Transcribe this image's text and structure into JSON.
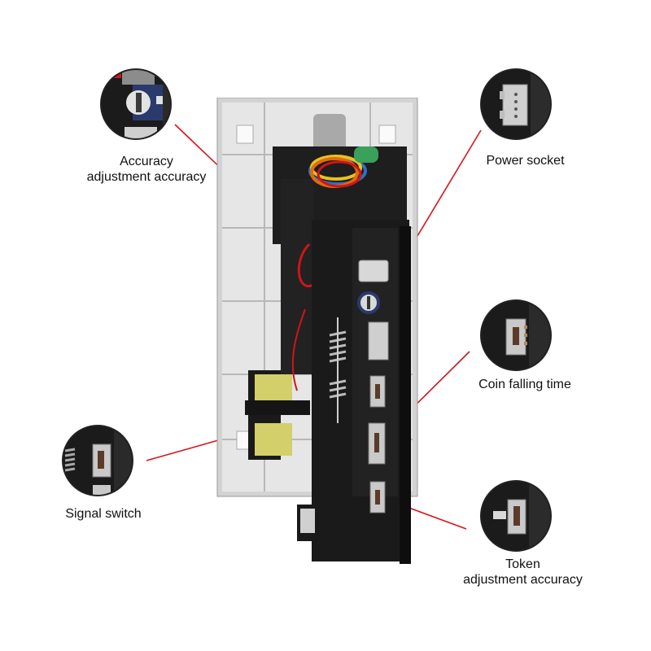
{
  "image": {
    "subject": "coin acceptor selector module, back view with annotated callouts",
    "background": "#ffffff",
    "callout_line_color": "#d9141b"
  },
  "callouts": [
    {
      "id": "accuracy",
      "line1": "Accuracy",
      "line2": "adjustment accuracy",
      "inset": "potentiometer"
    },
    {
      "id": "power",
      "line1": "Power socket",
      "line2": "",
      "inset": "4-pin-connector"
    },
    {
      "id": "coin-falling",
      "line1": "Coin falling time",
      "line2": "",
      "inset": "slide-switch"
    },
    {
      "id": "signal",
      "line1": "Signal switch",
      "line2": "",
      "inset": "slide-switch"
    },
    {
      "id": "token",
      "line1": "Token",
      "line2": "adjustment accuracy",
      "inset": "slide-switch"
    }
  ]
}
